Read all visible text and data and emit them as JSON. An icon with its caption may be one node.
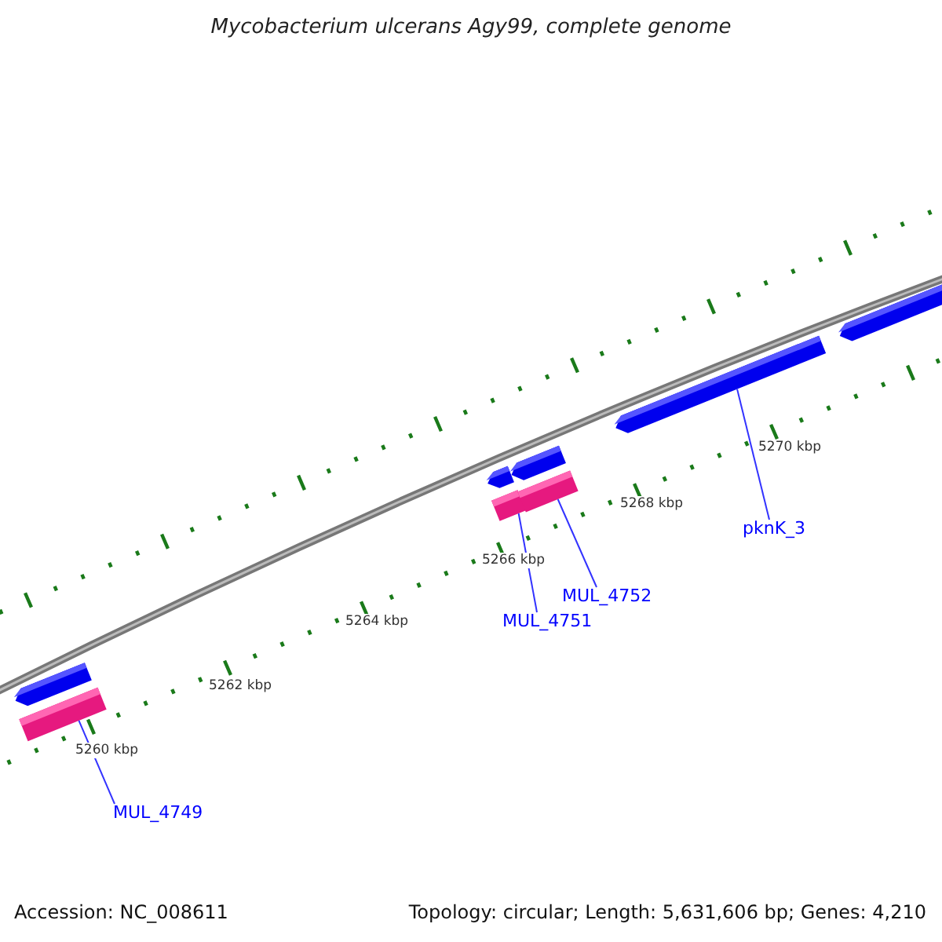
{
  "diagram": {
    "title": "Mycobacterium ulcerans Agy99, complete genome",
    "nodes": [
      {
        "text": [],
        "shape": "bar"
      },
      {
        "text": [],
        "shape": "bar"
      },
      {
        "text": [],
        "shape": "bar"
      },
      {
        "text": [],
        "shape": "bar"
      },
      {
        "text": [],
        "shape": "bar"
      },
      {
        "text": [],
        "shape": "bar"
      },
      {
        "text": [],
        "shape": "bar"
      },
      {
        "text": [],
        "shape": "bar"
      },
      {
        "text": [
          "MUL_4749"
        ]
      },
      {
        "text": [
          "MUL_4751"
        ]
      },
      {
        "text": [
          "MUL_4752"
        ]
      },
      {
        "text": [
          "pknK_3"
        ]
      }
    ],
    "edges": [
      {
        "from": 8,
        "to": 1,
        "arrow": "none"
      },
      {
        "from": 9,
        "to": 4,
        "arrow": "none"
      },
      {
        "from": 10,
        "to": 5,
        "arrow": "none"
      },
      {
        "from": 11,
        "to": 6,
        "arrow": "none"
      }
    ],
    "labels": [
      "5270 kbp",
      "5268 kbp",
      "5266 kbp",
      "5264 kbp",
      "5262 kbp",
      "5260 kbp",
      "Accession: NC_008611",
      "Topology: circular; Length: 5,631,606 bp; Genes: 4,210"
    ]
  }
}
